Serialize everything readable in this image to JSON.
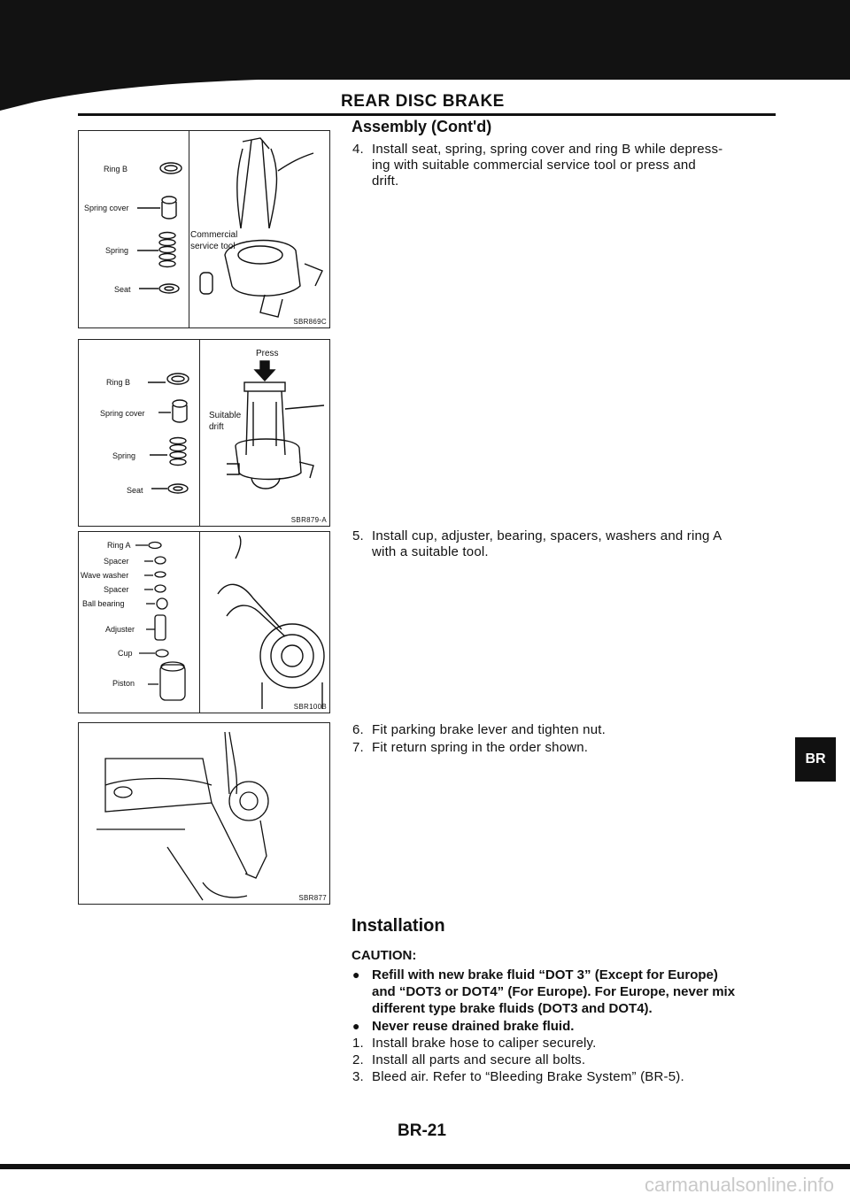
{
  "header": {
    "title": "REAR DISC BRAKE"
  },
  "section": {
    "title": "Assembly (Cont'd)"
  },
  "steps_upper": [
    {
      "num": "4.",
      "lines": [
        "Install seat, spring, spring cover and ring B while depress-",
        "ing with suitable commercial service tool or press and",
        "drift."
      ]
    },
    {
      "num": "5.",
      "lines": [
        "Install cup, adjuster, bearing, spacers, washers and ring A",
        "with a suitable tool."
      ]
    },
    {
      "num": "6.",
      "lines": [
        "Fit parking brake lever and tighten nut."
      ]
    },
    {
      "num": "7.",
      "lines": [
        "Fit return spring in the order shown."
      ]
    }
  ],
  "figures": [
    {
      "code": "SBR869C",
      "parts": [
        "Ring B",
        "Spring cover",
        "Spring",
        "Seat"
      ],
      "tool_label": [
        "Commercial",
        "service tool"
      ]
    },
    {
      "code": "SBR879-A",
      "parts": [
        "Ring B",
        "Spring cover",
        "Spring",
        "Seat"
      ],
      "press_label": "Press",
      "drift_label": [
        "Suitable",
        "drift"
      ]
    },
    {
      "code": "SBR100B",
      "parts": [
        "Ring A",
        "Spacer",
        "Wave washer",
        "Spacer",
        "Ball bearing",
        "Adjuster",
        "Cup",
        "Piston"
      ]
    },
    {
      "code": "SBR877"
    }
  ],
  "installation": {
    "title": "Installation",
    "caution_label": "CAUTION:",
    "bullets": [
      [
        "Refill with new brake fluid “DOT 3” (Except for Europe)",
        "and “DOT3 or DOT4” (For Europe). For Europe, never mix",
        "different type brake fluids (DOT3 and DOT4)."
      ],
      [
        "Never reuse drained brake fluid."
      ]
    ],
    "steps": [
      {
        "num": "1.",
        "text": "Install brake hose to caliper securely."
      },
      {
        "num": "2.",
        "text": "Install all parts and secure all bolts."
      },
      {
        "num": "3.",
        "text": "Bleed air. Refer to “Bleeding Brake System” (BR-5)."
      }
    ]
  },
  "tab": {
    "label": "BR"
  },
  "footer": {
    "page": "BR-21"
  },
  "watermark": {
    "text": "carmanualsonline.info"
  },
  "colors": {
    "ink": "#111111",
    "paper": "#ffffff",
    "watermark": "#c9c9c9"
  }
}
